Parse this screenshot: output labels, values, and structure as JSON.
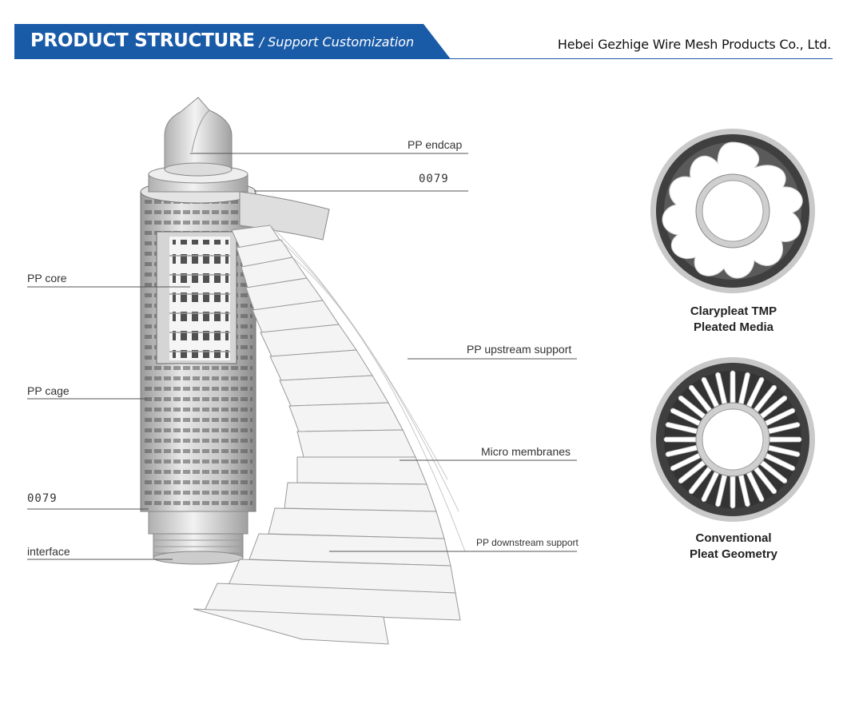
{
  "header": {
    "title": "PRODUCT STRUCTURE",
    "subtitle": "/ Support Customization",
    "company": "Hebei Gezhige Wire Mesh Products Co., Ltd.",
    "accent_color": "#1a5ba8"
  },
  "labels": {
    "endcap": "PP endcap",
    "code_top": "0079",
    "core": "PP core",
    "upstream": "PP upstream support",
    "cage": "PP cage",
    "membranes": "Micro membranes",
    "code_bottom": "0079",
    "downstream": "PP downstream support",
    "interface": "interface"
  },
  "media": [
    {
      "line1": "Clarypleat TMP",
      "line2": "Pleated Media"
    },
    {
      "line1": "Conventional",
      "line2": "Pleat Geometry"
    }
  ]
}
